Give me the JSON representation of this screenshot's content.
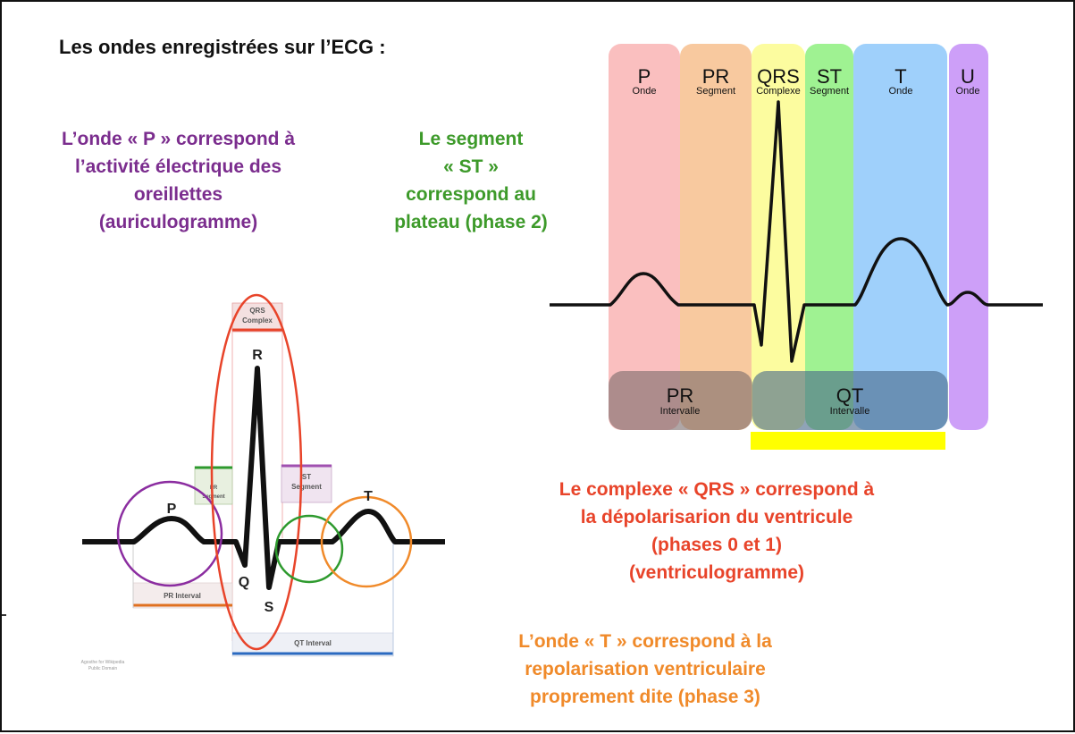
{
  "title": "Les ondes enregistrées sur l’ECG :",
  "texts": {
    "p_wave": [
      "L’onde « P » correspond à",
      "l’activité électrique des",
      "oreillettes",
      "(auriculogramme)"
    ],
    "st_segment": [
      "Le segment",
      "« ST »",
      "correspond au",
      "plateau (phase 2)"
    ],
    "qrs_complex": [
      "Le complexe « QRS » correspond à",
      "la dépolarisarion du ventricule",
      "(phases 0 et 1)",
      "(ventriculogramme)"
    ],
    "t_wave": [
      "L’onde « T » correspond à la",
      "repolarisation ventriculaire",
      "proprement dite (phase 3)"
    ]
  },
  "right_diagram": {
    "bands": [
      {
        "name": "P",
        "sub": "Onde",
        "color": "#F9B4B4"
      },
      {
        "name": "PR",
        "sub": "Segment",
        "color": "#F7C08E"
      },
      {
        "name": "QRS",
        "sub": "Complexe",
        "color": "#FBFB8E"
      },
      {
        "name": "ST",
        "sub": "Segment",
        "color": "#8EF07F"
      },
      {
        "name": "T",
        "sub": "Onde",
        "color": "#8EC8FA"
      },
      {
        "name": "U",
        "sub": "Onde",
        "color": "#C48EF7"
      }
    ],
    "intervals": [
      {
        "name": "PR",
        "sub": "Intervalle"
      },
      {
        "name": "QT",
        "sub": "Intervalle"
      }
    ],
    "highlight_color": "#FFFF00"
  },
  "left_diagram": {
    "labels": {
      "p": "P",
      "r": "R",
      "q": "Q",
      "s": "S",
      "t": "T"
    },
    "boxes": {
      "qrs": [
        "QRS",
        "Complex"
      ],
      "pr_segment": [
        "PR",
        "Segment"
      ],
      "st_segment": [
        "ST",
        "Segment"
      ],
      "pr_interval": "PR Interval",
      "qt_interval": "QT Interval"
    },
    "credit": [
      "Agosthe for Wikipedia",
      "Public Domain"
    ],
    "colors": {
      "p": "#8B2DA0",
      "qrs": "#E8442A",
      "st": "#2E9A2E",
      "t": "#F08A2A",
      "pr_interval": "#E07020",
      "qt_interval": "#2A6AC0"
    }
  }
}
